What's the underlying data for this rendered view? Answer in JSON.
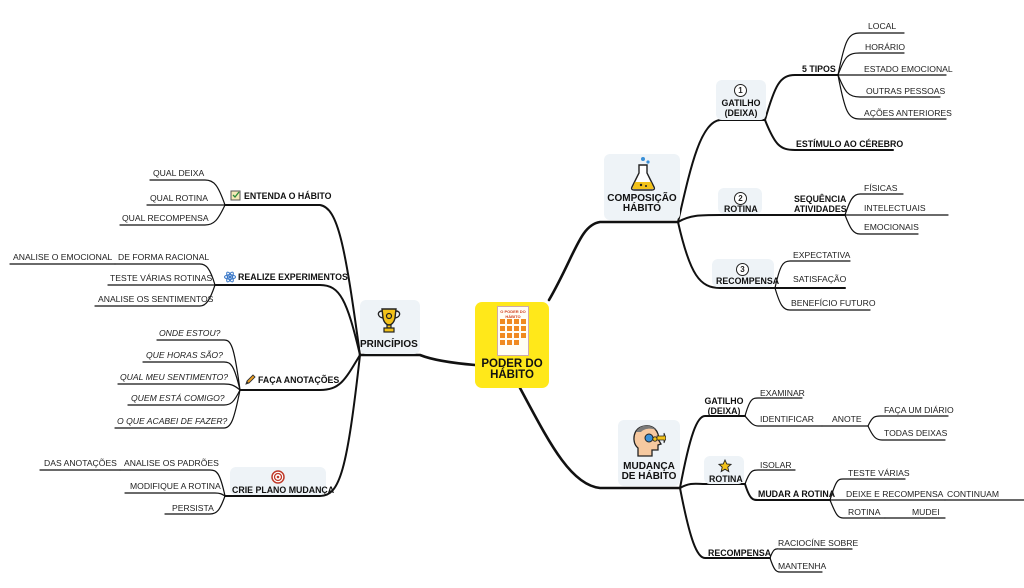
{
  "root": {
    "title_line1": "PODER DO",
    "title_line2": "HÁBITO",
    "book_title": "O PODER DO HÁBITO"
  },
  "left": {
    "principios": {
      "label": "PRINCÍPIOS",
      "icon": "trophy-icon"
    },
    "entenda": {
      "label": "ENTENDA O HÁBITO",
      "items": [
        "QUAL DEIXA",
        "QUAL ROTINA",
        "QUAL RECOMPENSA"
      ]
    },
    "experimentos": {
      "label": "REALIZE EXPERIMENTOS",
      "racional": "DE FORMA RACIONAL",
      "emocional": "ANALISE O EMOCIONAL",
      "teste": "TESTE VÁRIAS ROTINAS",
      "sentimentos": "ANALISE OS SENTIMENTOS"
    },
    "anotacoes": {
      "label": "FAÇA ANOTAÇÕES",
      "items": [
        "ONDE ESTOU?",
        "QUE HORAS SÃO?",
        "QUAL MEU SENTIMENTO?",
        "QUEM ESTÁ COMIGO?",
        "O QUE ACABEI DE FAZER?"
      ]
    },
    "plano": {
      "label": "CRIE PLANO MUDANÇA",
      "padroes": "ANALISE OS PADRÕES",
      "das_anotacoes": "DAS ANOTAÇÕES",
      "modifique": "MODIFIQUE A ROTINA",
      "persista": "PERSISTA"
    }
  },
  "right": {
    "composicao": {
      "label_line1": "COMPOSIÇÃO",
      "label_line2": "HÁBITO",
      "gatilho": {
        "num": "1",
        "label_line1": "GATILHO",
        "label_line2": "(DEIXA)",
        "tipos": {
          "label": "5 TIPOS",
          "items": [
            "LOCAL",
            "HORÁRIO",
            "ESTADO EMOCIONAL",
            "OUTRAS PESSOAS",
            "AÇÕES ANTERIORES"
          ]
        },
        "estimulo": "ESTÍMULO AO CÉREBRO"
      },
      "rotina": {
        "num": "2",
        "label": "ROTINA",
        "seq_line1": "SEQUÊNCIA",
        "seq_line2": "ATIVIDADES",
        "items": [
          "FÍSICAS",
          "INTELECTUAIS",
          "EMOCIONAIS"
        ]
      },
      "recompensa": {
        "num": "3",
        "label": "RECOMPENSA",
        "items": [
          "EXPECTATIVA",
          "SATISFAÇÃO",
          "BENEFÍCIO FUTURO"
        ]
      }
    },
    "mudanca": {
      "label_line1": "MUDANÇA",
      "label_line2": "DE HÁBITO",
      "gatilho": {
        "label_line1": "GATILHO",
        "label_line2": "(DEIXA)",
        "examinar": "EXAMINAR",
        "identificar": "IDENTIFICAR",
        "anote": "ANOTE",
        "diario": "FAÇA UM DIÁRIO",
        "deixas": "TODAS DEIXAS"
      },
      "rotina": {
        "label": "ROTINA",
        "isolar": "ISOLAR",
        "mudar": "MUDAR A ROTINA",
        "teste": "TESTE VÁRIAS",
        "deixe": "DEIXE E RECOMPENSA",
        "continuam": "CONTINUAM",
        "rotina": "ROTINA",
        "mudei": "MUDEI"
      },
      "recompensa": {
        "label": "RECOMPENSA",
        "raciocine": "RACIOCÍNE SOBRE",
        "mantenha": "MANTENHA"
      }
    }
  },
  "colors": {
    "root_bg": "#ffe81a",
    "tile_bg": "#eef3f7",
    "line": "#111111"
  }
}
